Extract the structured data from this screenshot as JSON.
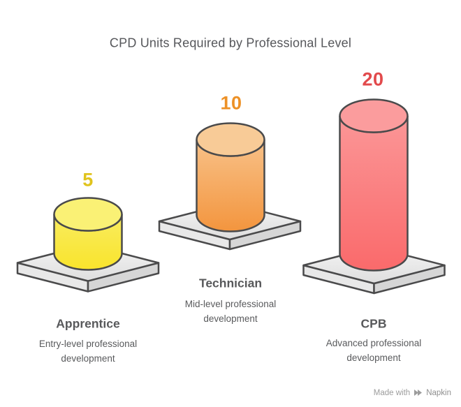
{
  "title": "CPD Units Required by Professional Level",
  "chart_data": {
    "type": "bar",
    "variant": "3d-cylinder-pedestal",
    "title": "CPD Units Required by Professional Level",
    "categories": [
      "Apprentice",
      "Technician",
      "CPB"
    ],
    "values": [
      5,
      10,
      20
    ],
    "descriptions": [
      "Entry-level professional development",
      "Mid-level professional development",
      "Advanced professional development"
    ],
    "value_label_colors": [
      "#E0C31C",
      "#ED9126",
      "#E24A4C"
    ],
    "bar_colors": [
      {
        "lid": "#FAF175",
        "body_top": "#F9EC5F",
        "body_bottom": "#F9E42C"
      },
      {
        "lid": "#F8CB97",
        "body_top": "#F8C188",
        "body_bottom": "#F3953E"
      },
      {
        "lid": "#FB9C9D",
        "body_top": "#FB9697",
        "body_bottom": "#FA6A6B"
      }
    ],
    "pedestal_color": "#E6E6E6",
    "outline_color": "#4A4A4B",
    "xlabel": "",
    "ylabel": "",
    "legend_position": "none",
    "grid": false,
    "background": "#FFFFFF"
  },
  "watermark": {
    "made_with": "Made with",
    "brand": "Napkin"
  }
}
